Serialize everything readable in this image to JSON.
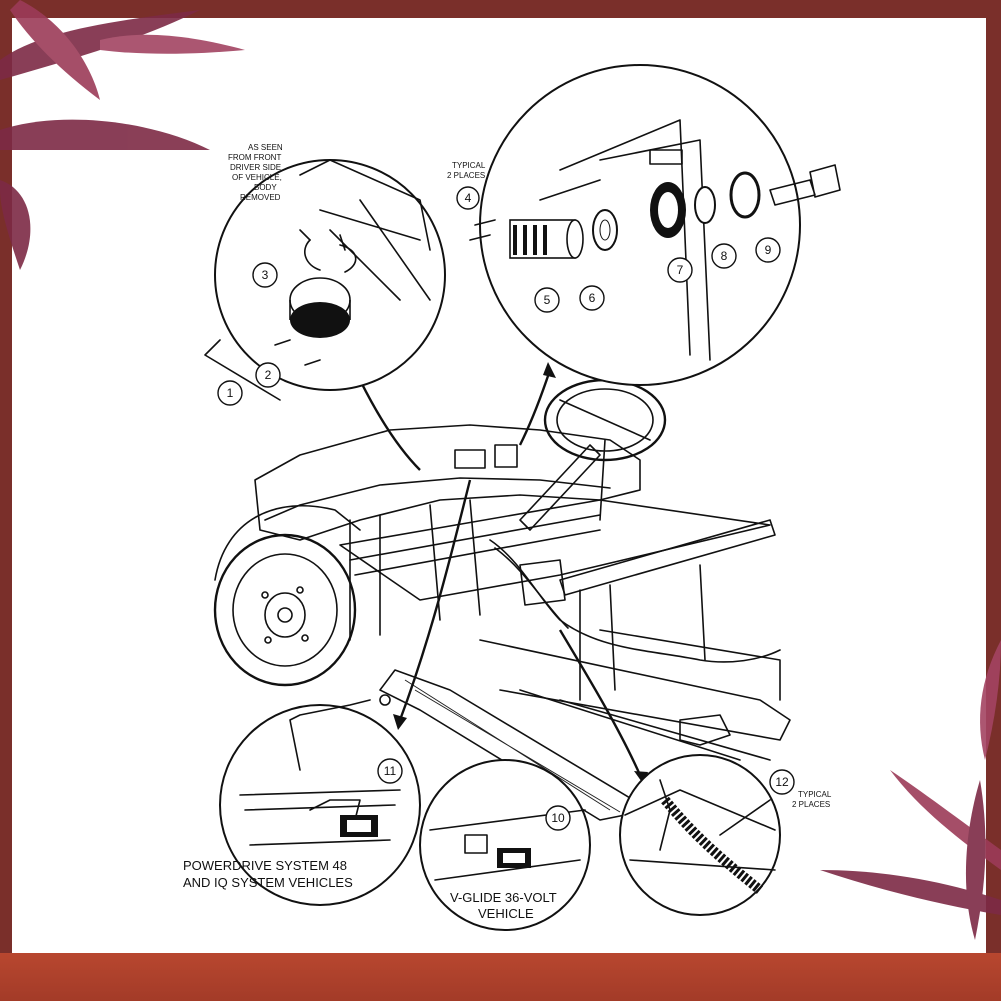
{
  "callouts": {
    "c1": "1",
    "c2": "2",
    "c3": "3",
    "c4": "4",
    "c5": "5",
    "c6": "6",
    "c7": "7",
    "c8": "8",
    "c9": "9",
    "c10": "10",
    "c11": "11",
    "c12": "12"
  },
  "notes": {
    "view_line1": "AS SEEN",
    "view_line2": "FROM FRONT",
    "view_line3": "DRIVER SIDE",
    "view_line4": "OF VEHICLE,",
    "view_line5": "BODY",
    "view_line6": "REMOVED",
    "typical_top_1": "TYPICAL",
    "typical_top_2": "2 PLACES",
    "typical_bot_1": "TYPICAL",
    "typical_bot_2": "2 PLACES",
    "powerdrive_1": "POWERDRIVE SYSTEM 48",
    "powerdrive_2": "AND IQ SYSTEM VEHICLES",
    "vglide_1": "V-GLIDE 36-VOLT",
    "vglide_2": "VEHICLE"
  },
  "colors": {
    "frame": "#7a2f2a",
    "band": "#a33b28",
    "leaf": "#7d2a45",
    "ink": "#111111"
  }
}
